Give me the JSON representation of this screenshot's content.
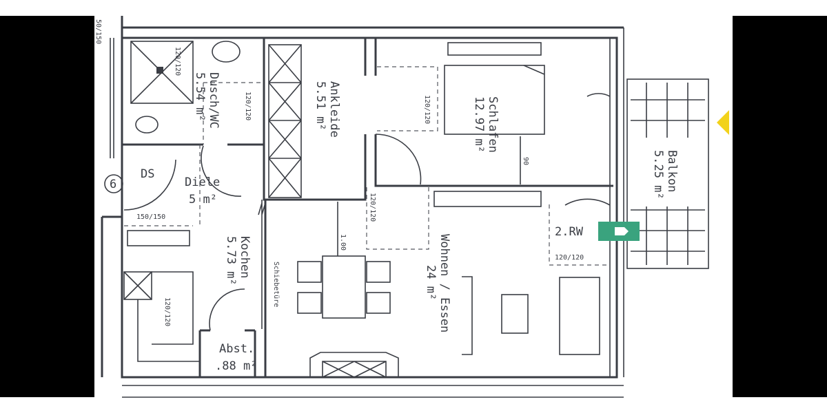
{
  "plan": {
    "rooms": {
      "dusch_wc": {
        "name": "Dusch/WC",
        "area": "5.54 m²"
      },
      "ankleide": {
        "name": "Ankleide",
        "area": "5.51 m²"
      },
      "schlafen": {
        "name": "Schlafen",
        "area": "12.97 m²"
      },
      "balkon": {
        "name": "Balkon",
        "area": "5.25 m²"
      },
      "diele": {
        "name": "Diele",
        "area": "5 m²"
      },
      "kochen": {
        "name": "Kochen",
        "area": "5.73 m²"
      },
      "wohnen": {
        "name": "Wohnen / Essen",
        "area": "24 m²"
      },
      "abst": {
        "name": "Abst.",
        "area": ".88 m²"
      }
    },
    "marks": {
      "ds": "DS",
      "stair_no": "6",
      "rw": "2.RW",
      "schiebetuere": "Schiebetüre",
      "dim_150": "150/150",
      "dim_50_150": "50/150",
      "dim_bath_shower": "120/120",
      "dim_bath": "120/120",
      "dim_schlafen": "120/120",
      "dim_wohnen": "120/120",
      "dim_kitchen": "120/120",
      "dim_rw": "120/120",
      "dim_1_00": "1.00",
      "dim_90": "90"
    },
    "colors": {
      "walls": "#3a3d44",
      "exit_sign": "#3aa37e",
      "arrow": "#f2d21a"
    }
  }
}
